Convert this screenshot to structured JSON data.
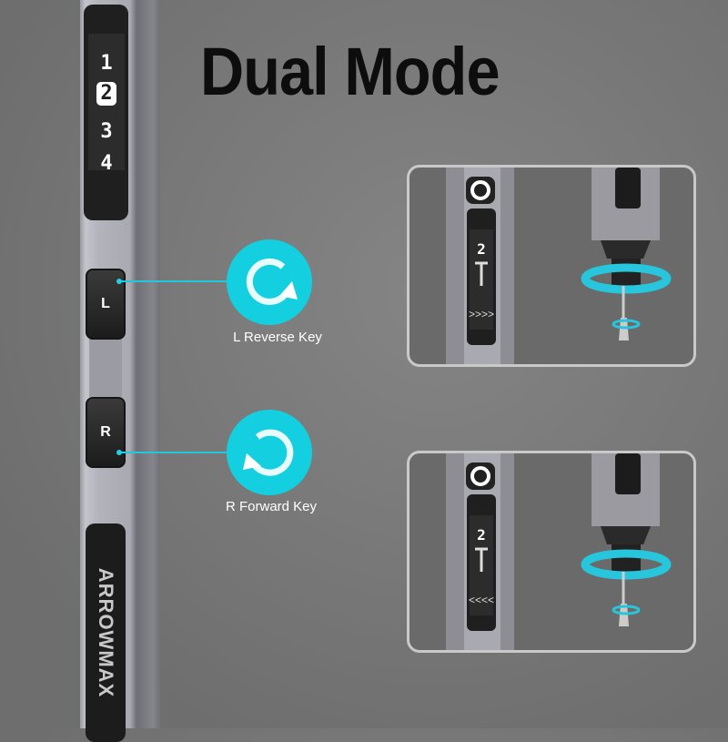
{
  "title": "Dual Mode",
  "gear_display": {
    "digits": [
      "1",
      "2",
      "3",
      "4"
    ],
    "selected": "2"
  },
  "keys": [
    {
      "key": "L",
      "label": "L Reverse Key",
      "icon": "rotate-counterclockwise-icon"
    },
    {
      "key": "R",
      "label": "R Forward Key",
      "icon": "rotate-clockwise-icon"
    }
  ],
  "brand": "ARROWMAX",
  "panels": [
    {
      "gear": "2",
      "arrows": ">>>>",
      "direction": "reverse"
    },
    {
      "gear": "2",
      "arrows": "<<<<",
      "direction": "forward"
    }
  ],
  "colors": {
    "accent": "#14cfe0",
    "background": "#7a7a7a"
  }
}
